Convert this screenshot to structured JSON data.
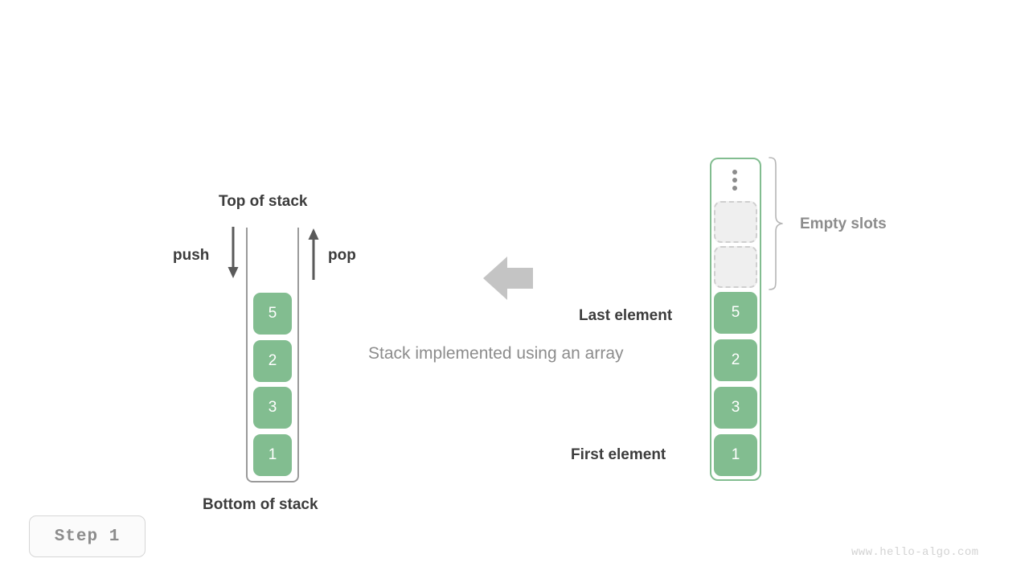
{
  "page": {
    "caption": "Stack implemented using an array",
    "watermark": "www.hello-algo.com",
    "step_label": "Step 1"
  },
  "colors": {
    "element_fill": "#82bd90",
    "element_text": "#ffffff",
    "container_border_left": "#9a9a9a",
    "container_border_right": "#82bd90",
    "empty_slot_fill": "#efefef",
    "empty_slot_border": "#cfcfcf",
    "label_dark": "#3c3c3c",
    "label_gray": "#8c8c8c",
    "arrow_gray": "#5a5a5a",
    "big_arrow_gray": "#c4c4c4",
    "brace_gray": "#b5b5b5"
  },
  "left_stack": {
    "top_label": "Top of stack",
    "bottom_label": "Bottom of stack",
    "push_label": "push",
    "pop_label": "pop",
    "elements": [
      {
        "value": "5"
      },
      {
        "value": "2"
      },
      {
        "value": "3"
      },
      {
        "value": "1"
      }
    ]
  },
  "right_array": {
    "empty_slots_label": "Empty slots",
    "last_element_label": "Last element",
    "first_element_label": "First element",
    "ellipsis": "vertical-ellipsis",
    "empty_slots": [
      {
        "value": ""
      },
      {
        "value": ""
      }
    ],
    "elements": [
      {
        "value": "5"
      },
      {
        "value": "2"
      },
      {
        "value": "3"
      },
      {
        "value": "1"
      }
    ]
  }
}
